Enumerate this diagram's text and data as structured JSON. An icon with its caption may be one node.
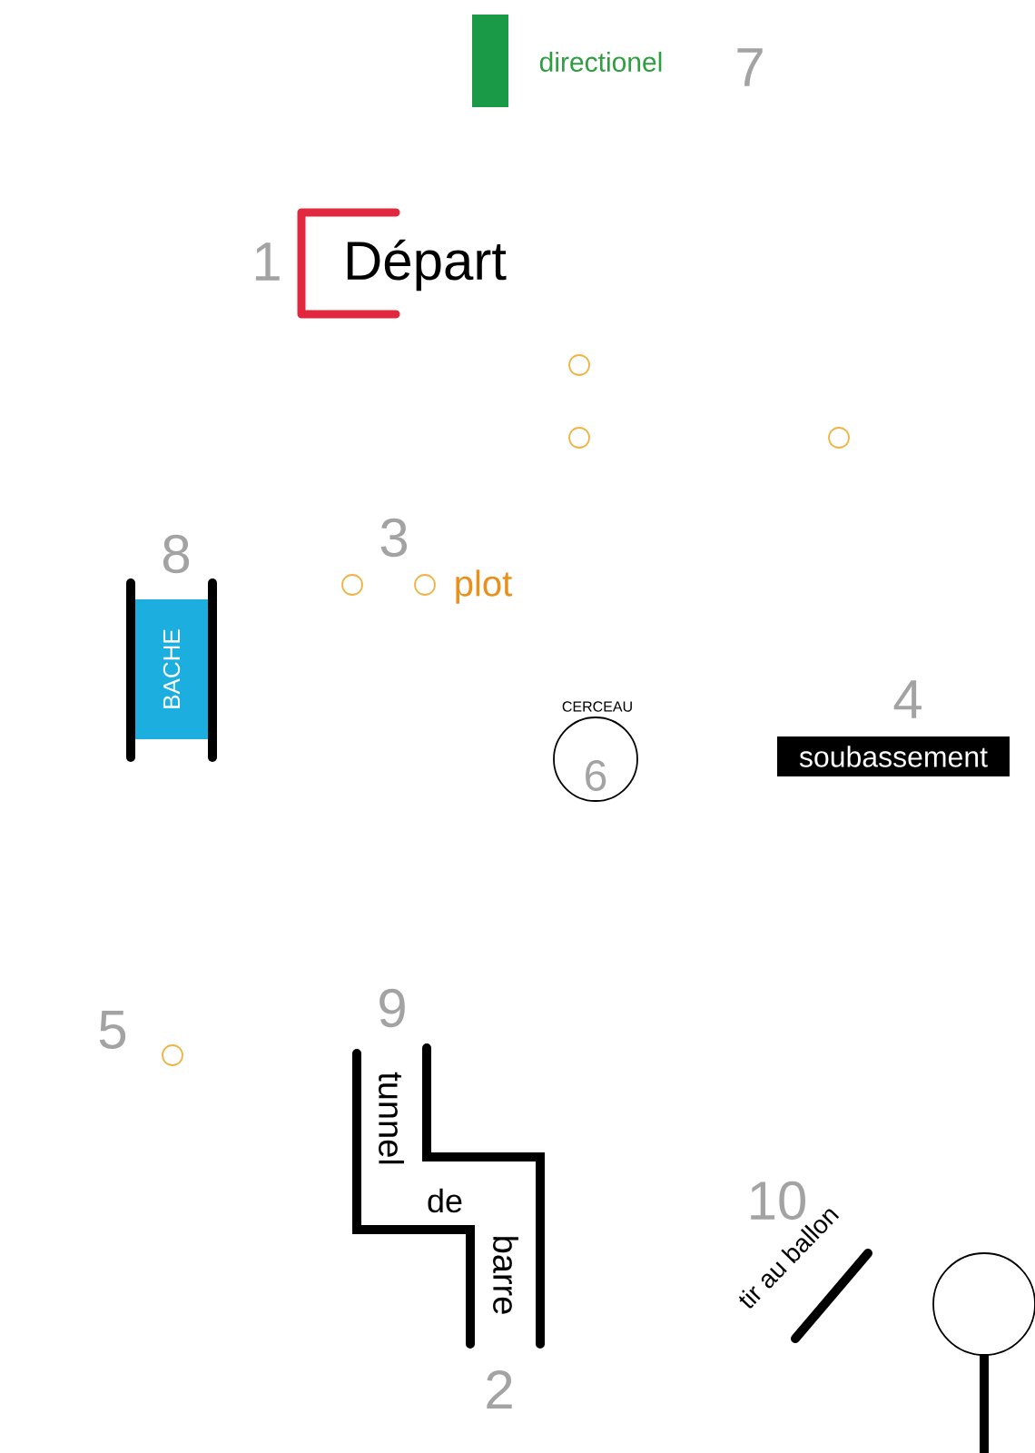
{
  "diagram": {
    "nodes": [
      {
        "text": [
          "BACHE"
        ],
        "beside": [
          "8"
        ]
      },
      {
        "text": [
          "CERCEAU",
          "6"
        ]
      },
      {
        "text": [
          "soubassement"
        ],
        "beside": [
          "4"
        ]
      }
    ],
    "labels": [
      "directionel",
      "7",
      "1",
      "Départ",
      "3",
      "plot",
      "5",
      "9",
      "tunnel",
      "de",
      "barre",
      "10",
      "tir au ballon",
      "2"
    ]
  }
}
